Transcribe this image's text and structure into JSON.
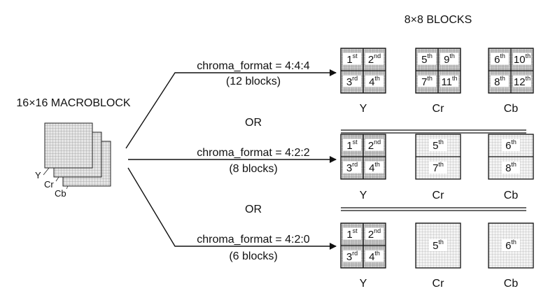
{
  "header": {
    "title": "8×8 BLOCKS"
  },
  "macroblock": {
    "title": "16×16 MACROBLOCK",
    "layers": [
      "Y",
      "Cr",
      "Cb"
    ]
  },
  "separator_label": "OR",
  "rows": [
    {
      "format": "chroma_format = 4:4:4",
      "count": "(12 blocks)",
      "groups": [
        {
          "label": "Y",
          "cells": [
            [
              "1",
              "st"
            ],
            [
              "2",
              "nd"
            ],
            [
              "3",
              "rd"
            ],
            [
              "4",
              "th"
            ]
          ]
        },
        {
          "label": "Cr",
          "cells": [
            [
              "5",
              "th"
            ],
            [
              "9",
              "th"
            ],
            [
              "7",
              "th"
            ],
            [
              "11",
              "th"
            ]
          ]
        },
        {
          "label": "Cb",
          "cells": [
            [
              "6",
              "th"
            ],
            [
              "10",
              "th"
            ],
            [
              "8",
              "th"
            ],
            [
              "12",
              "th"
            ]
          ]
        }
      ]
    },
    {
      "format": "chroma_format = 4:2:2",
      "count": "(8 blocks)",
      "groups": [
        {
          "label": "Y",
          "cells": [
            [
              "1",
              "st"
            ],
            [
              "2",
              "nd"
            ],
            [
              "3",
              "rd"
            ],
            [
              "4",
              "th"
            ]
          ]
        },
        {
          "label": "Cr",
          "cells": [
            [
              "5",
              "th"
            ],
            [
              "7",
              "th"
            ]
          ]
        },
        {
          "label": "Cb",
          "cells": [
            [
              "6",
              "th"
            ],
            [
              "8",
              "th"
            ]
          ]
        }
      ]
    },
    {
      "format": "chroma_format = 4:2:0",
      "count": "(6 blocks)",
      "groups": [
        {
          "label": "Y",
          "cells": [
            [
              "1",
              "st"
            ],
            [
              "2",
              "nd"
            ],
            [
              "3",
              "rd"
            ],
            [
              "4",
              "th"
            ]
          ]
        },
        {
          "label": "Cr",
          "cells": [
            [
              "5",
              "th"
            ]
          ]
        },
        {
          "label": "Cb",
          "cells": [
            [
              "6",
              "th"
            ]
          ]
        }
      ]
    }
  ]
}
